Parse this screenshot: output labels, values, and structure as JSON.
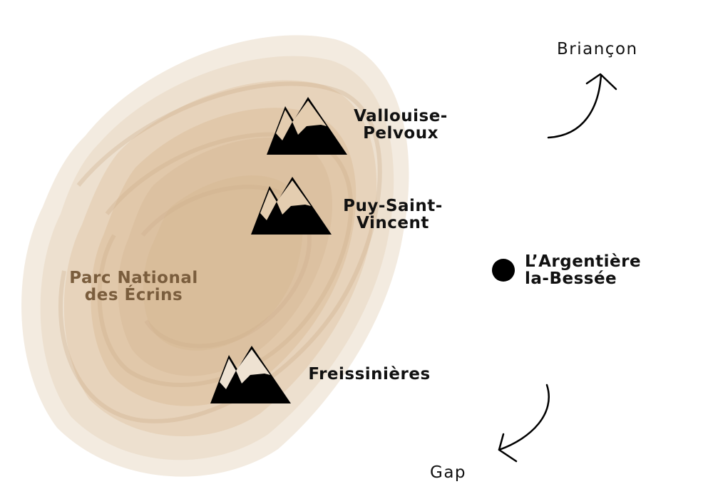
{
  "map": {
    "colors": {
      "park_fill_light": "#f3ebe0",
      "park_fill_mid": "#e7d4bc",
      "park_fill_dark": "#d8bc99",
      "park_label": "#7a5d3d",
      "ink": "#000000"
    },
    "park": {
      "line1": "Parc National",
      "line2": "des Écrins"
    },
    "stations": [
      {
        "icon": "mountain-icon",
        "line1": "Vallouise-",
        "line2": "Pelvoux"
      },
      {
        "icon": "mountain-icon",
        "line1": "Puy-Saint-",
        "line2": "Vincent"
      },
      {
        "icon": "mountain-icon",
        "line1": "Freissinières"
      }
    ],
    "town": {
      "icon": "dot-icon",
      "line1": "L’Argentière",
      "line2": "la-Bessée"
    },
    "directions": [
      {
        "label": "Briançon",
        "icon": "arrow-up-right-icon"
      },
      {
        "label": "Gap",
        "icon": "arrow-down-left-icon"
      }
    ]
  }
}
